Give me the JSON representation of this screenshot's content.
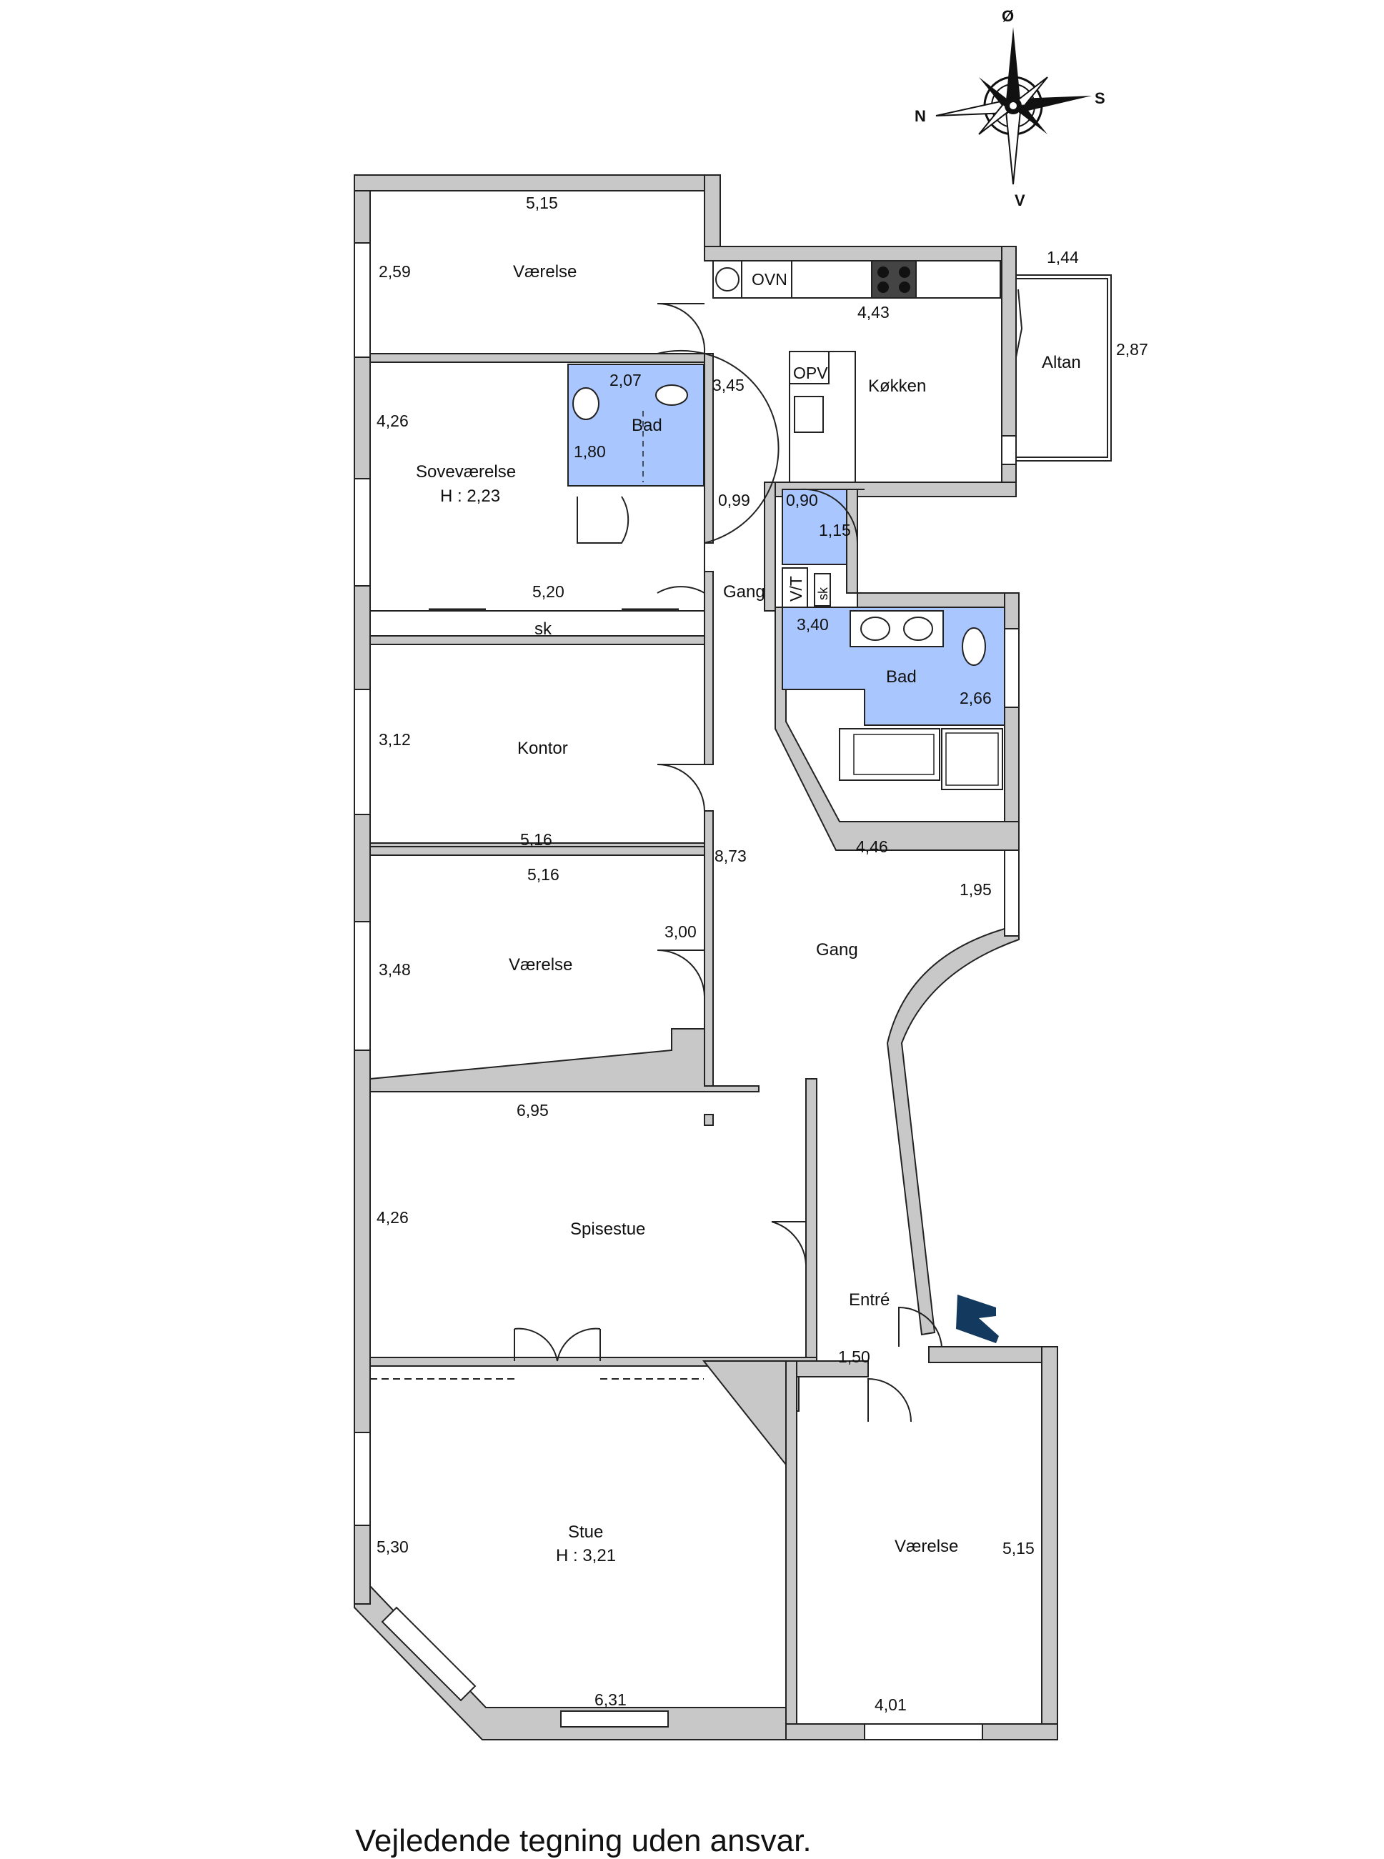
{
  "compass": {
    "top": "Ø",
    "left": "N",
    "right": "S",
    "bottom": "V"
  },
  "rooms": {
    "vaerelse_top": "Værelse",
    "sovevaerelse": "Soveværelse",
    "sovevaerelse_h": "H : 2,23",
    "bad_small": "Bad",
    "kokken": "Køkken",
    "altan": "Altan",
    "gang_upper": "Gang",
    "bad_large": "Bad",
    "kontor": "Kontor",
    "vaerelse_mid": "Værelse",
    "gang_main": "Gang",
    "spisestue": "Spisestue",
    "entre": "Entré",
    "stue": "Stue",
    "stue_h": "H : 3,21",
    "vaerelse_bottom": "Værelse"
  },
  "fixtures": {
    "ovn": "OVN",
    "opv": "OPV",
    "vt": "V/T",
    "sk_small": "sk",
    "sk_closet": "sk"
  },
  "dimensions": {
    "d1": "5,15",
    "d2": "2,59",
    "d3": "4,43",
    "d4": "1,44",
    "d5": "2,87",
    "d6": "2,07",
    "d7": "3,45",
    "d8": "4,26",
    "d9": "1,80",
    "d10": "0,99",
    "d11": "0,90",
    "d12": "1,15",
    "d13": "5,20",
    "d14": "3,40",
    "d15": "2,66",
    "d16": "3,12",
    "d17": "5,16",
    "d18": "8,73",
    "d19": "4,46",
    "d20": "5,16",
    "d21": "1,95",
    "d22": "3,00",
    "d23": "3,48",
    "d24": "6,95",
    "d25": "4,26",
    "d26": "1,50",
    "d27": "5,30",
    "d28": "5,15",
    "d29": "6,31",
    "d30": "4,01"
  },
  "colors": {
    "wall": "#c8c8c8",
    "wall_stroke": "#222222",
    "bath": "#a9c6ff",
    "entry_arrow": "#13395e"
  },
  "disclaimer": "Vejledende tegning uden ansvar."
}
